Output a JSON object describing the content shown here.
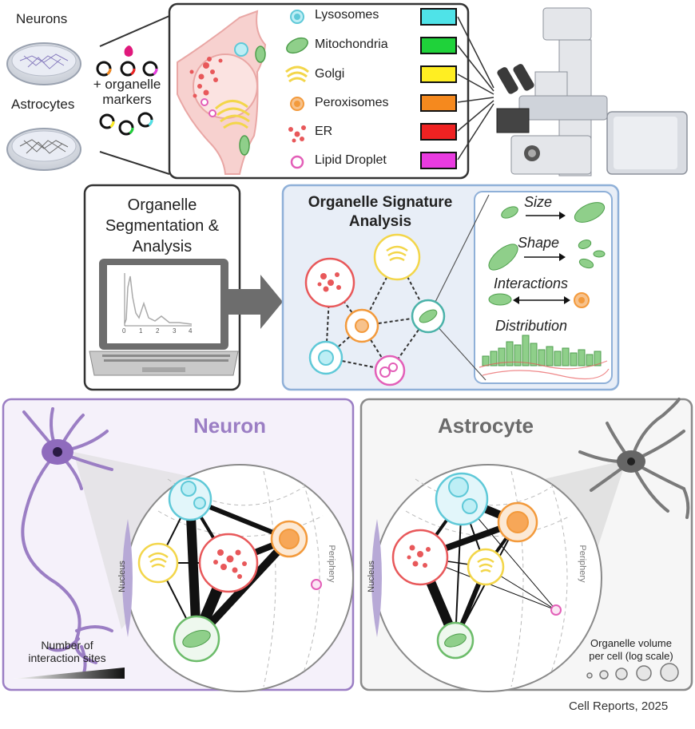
{
  "top": {
    "neurons_label": "Neurons",
    "astrocytes_label": "Astrocytes",
    "markers_label_line1": "+ organelle",
    "markers_label_line2": "markers",
    "legend": [
      {
        "name": "Lysosomes",
        "color": "#4fe3e8"
      },
      {
        "name": "Mitochondria",
        "color": "#1fd23a"
      },
      {
        "name": "Golgi",
        "color": "#ffee22"
      },
      {
        "name": "Peroxisomes",
        "color": "#f5891e"
      },
      {
        "name": "ER",
        "color": "#ef2222"
      },
      {
        "name": "Lipid Droplet",
        "color": "#e93be0"
      }
    ]
  },
  "middle": {
    "segmentation_line1": "Organelle",
    "segmentation_line2": "Segmentation &",
    "segmentation_line3": "Analysis",
    "plot_ticks": [
      "0",
      "1",
      "2",
      "3",
      "4"
    ],
    "signature_line1": "Organelle Signature",
    "signature_line2": "Analysis",
    "features": [
      "Size",
      "Shape",
      "Interactions",
      "Distribution"
    ]
  },
  "bottom": {
    "neuron_title": "Neuron",
    "astrocyte_title": "Astrocyte",
    "nucleus_label": "Nucleus",
    "periphery_label": "Periphery",
    "interaction_legend_line1": "Number of",
    "interaction_legend_line2": "interaction sites",
    "volume_legend_line1": "Organelle volume",
    "volume_legend_line2": "per cell (log scale)"
  },
  "citation": "Cell Reports, 2025",
  "colors": {
    "neuron_purple": "#9b7ec4",
    "astro_gray": "#8a8a8a",
    "analysis_blue": "#8fb0d8",
    "er_red": "#e8585a",
    "mito_green": "#8fcf8a",
    "golgi_yellow": "#f3d64a",
    "perox_orange": "#f39a3c",
    "lyso_cyan": "#5fc9d8",
    "lipid_pink": "#e35fb8"
  }
}
